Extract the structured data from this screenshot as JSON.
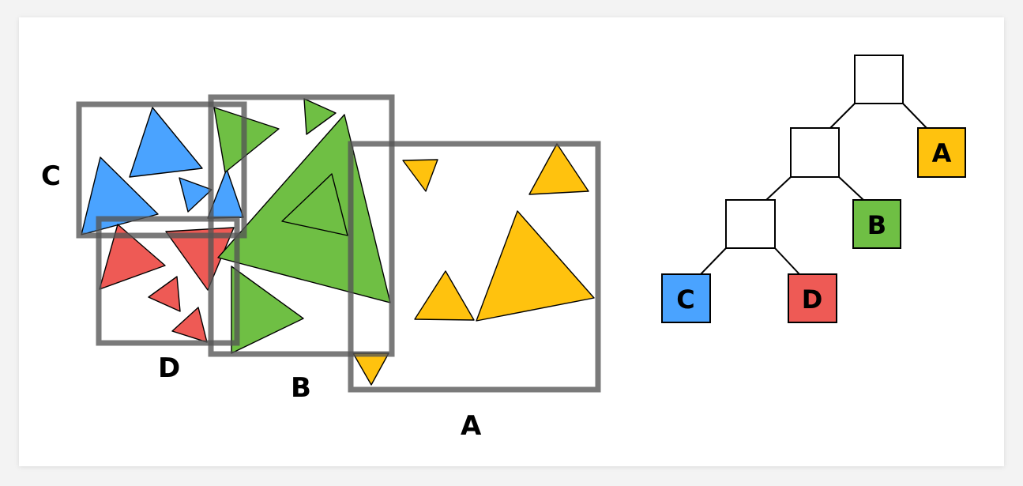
{
  "colors": {
    "A": "#ffc20e",
    "B": "#6fbf44",
    "C": "#4aa3ff",
    "D": "#ee5a55",
    "internal": "#ffffff"
  },
  "regions": [
    {
      "id": "A",
      "label": "A"
    },
    {
      "id": "B",
      "label": "B"
    },
    {
      "id": "C",
      "label": "C"
    },
    {
      "id": "D",
      "label": "D"
    }
  ],
  "tree": {
    "leaves": [
      {
        "id": "A",
        "label": "A"
      },
      {
        "id": "B",
        "label": "B"
      },
      {
        "id": "C",
        "label": "C"
      },
      {
        "id": "D",
        "label": "D"
      }
    ]
  }
}
